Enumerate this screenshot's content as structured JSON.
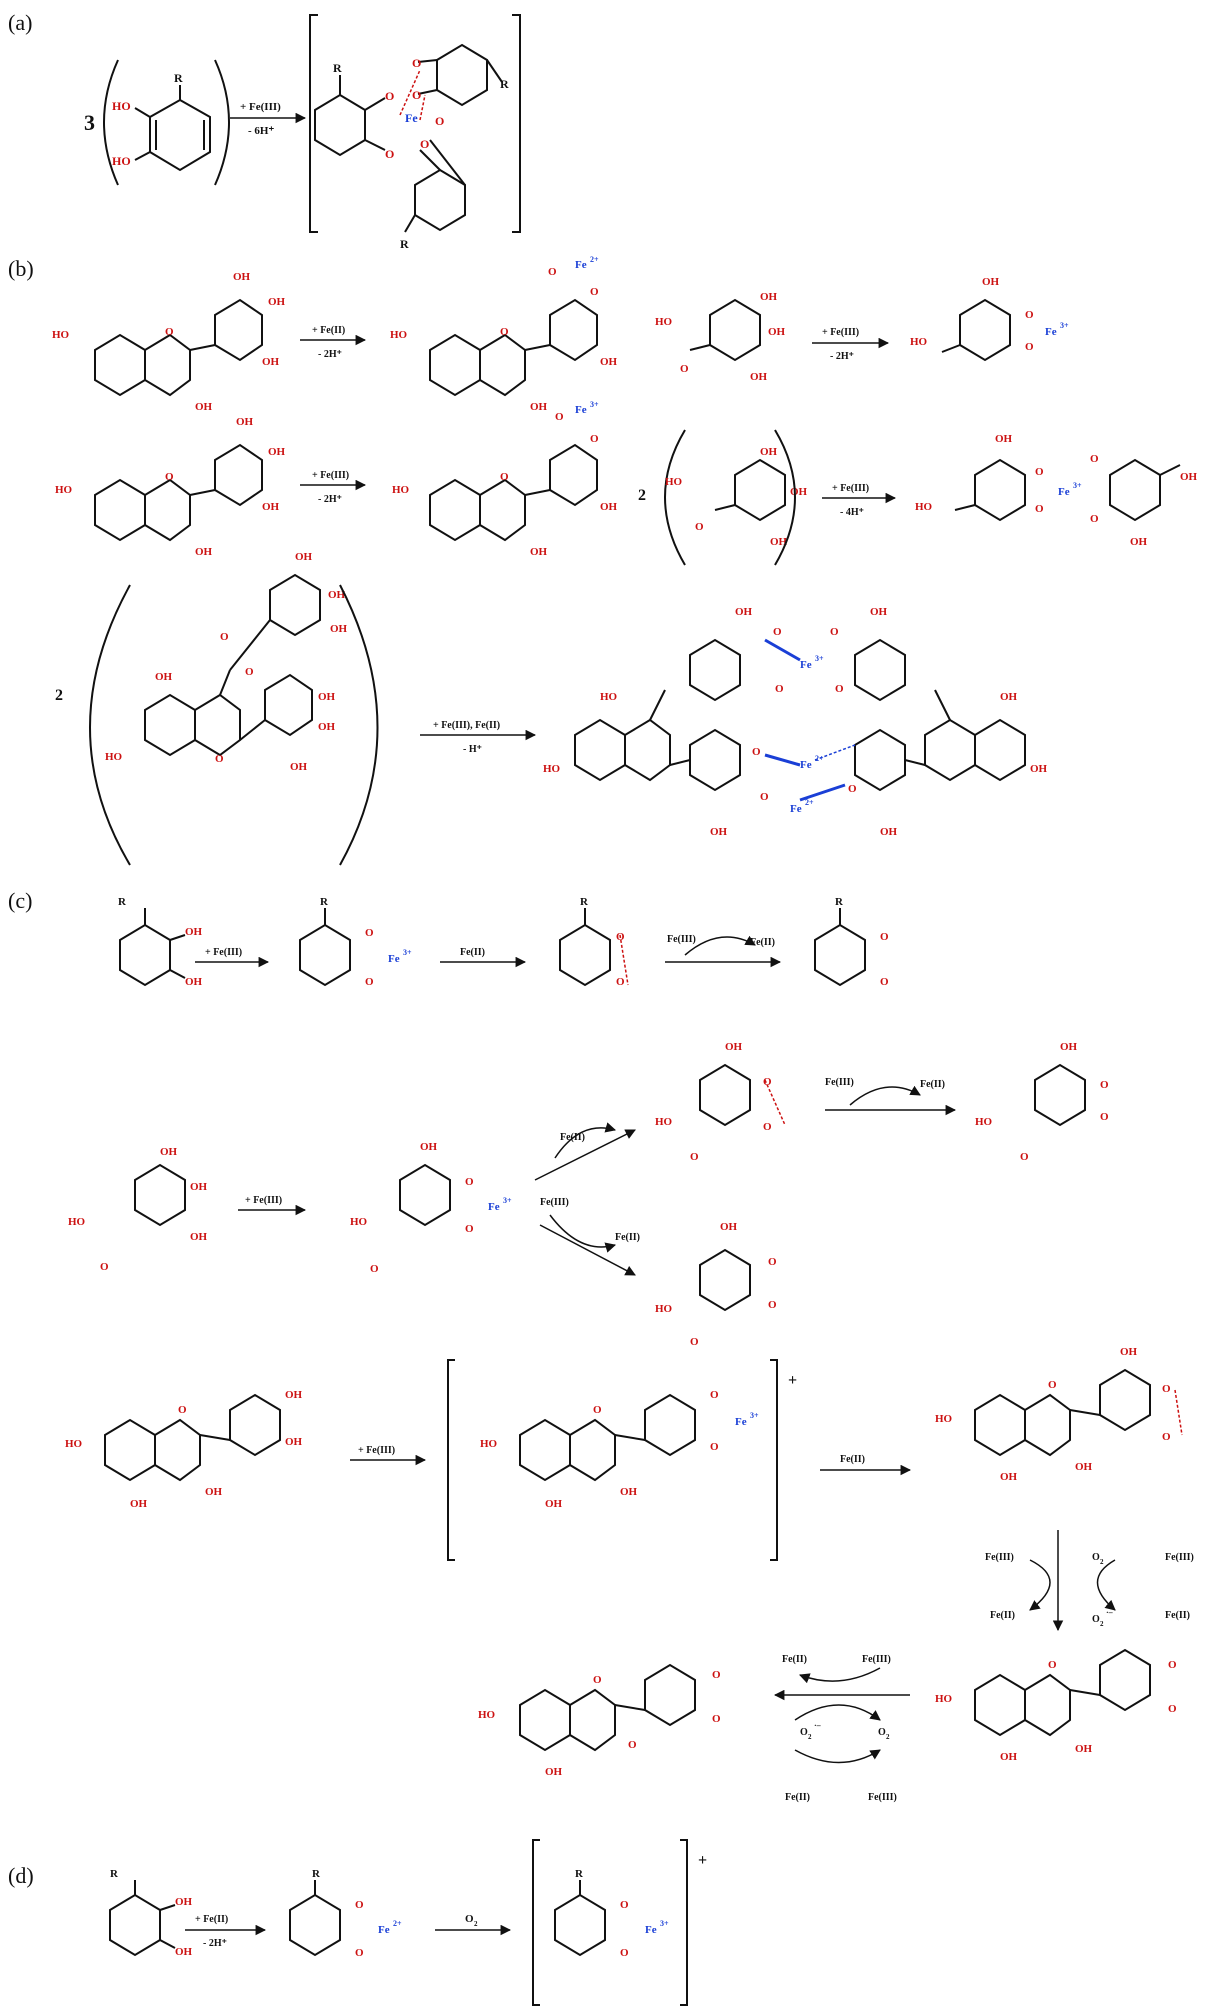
{
  "panel_labels": {
    "a": "(a)",
    "b": "(b)",
    "c": "(c)",
    "d": "(d)"
  },
  "atoms": {
    "OH": "OH",
    "HO": "HO",
    "O": "O",
    "R": "R",
    "Fe": "Fe",
    "Fe3": "Fe",
    "Fe2": "Fe",
    "sup3": "3+",
    "sup2": "2+",
    "O2": "O",
    "O2sub": "2",
    "O2rad": "O",
    "O2radsub": "2",
    "radsym": "·–"
  },
  "panel_a": {
    "coef": "3",
    "reagent": "+ Fe(III)",
    "byproduct": "- 6H⁺"
  },
  "panel_b": {
    "r1": {
      "reagent": "+ Fe(II)",
      "byproduct": "- 2H⁺"
    },
    "r2": {
      "reagent": "+ Fe(III)",
      "byproduct": "- 2H⁺"
    },
    "r3": {
      "reagent": "+ Fe(III)",
      "byproduct": "- 2H⁺"
    },
    "r4": {
      "coef": "2",
      "reagent": "+ Fe(III)",
      "byproduct": "- 4H⁺"
    },
    "r5": {
      "coef": "2",
      "reagent": "+ Fe(III), Fe(II)",
      "byproduct": "- H⁺"
    }
  },
  "panel_c": {
    "step1": "+ Fe(III)",
    "step2": "Fe(II)",
    "step3a": "Fe(III)",
    "step3b": "Fe(II)",
    "g1": "+ Fe(III)",
    "g2": "Fe(II)",
    "g3a": "Fe(III)",
    "g3b": "Fe(II)",
    "g4a": "Fe(III)",
    "g4b": "Fe(II)",
    "e1": "+ Fe(III)",
    "e2": "Fe(II)",
    "charge": "+",
    "cyc1": {
      "fe3": "Fe(III)",
      "fe2": "Fe(II)",
      "fe3b": "Fe(III)",
      "fe2b": "Fe(II)"
    },
    "cyc2": {
      "fe2": "Fe(II)",
      "fe3": "Fe(III)",
      "fe2b": "Fe(II)",
      "fe3b": "Fe(III)"
    }
  },
  "panel_d": {
    "reagent": "+ Fe(II)",
    "byproduct": "- 2H⁺",
    "oxidant": "O",
    "oxsub": "2",
    "charge": "+"
  }
}
